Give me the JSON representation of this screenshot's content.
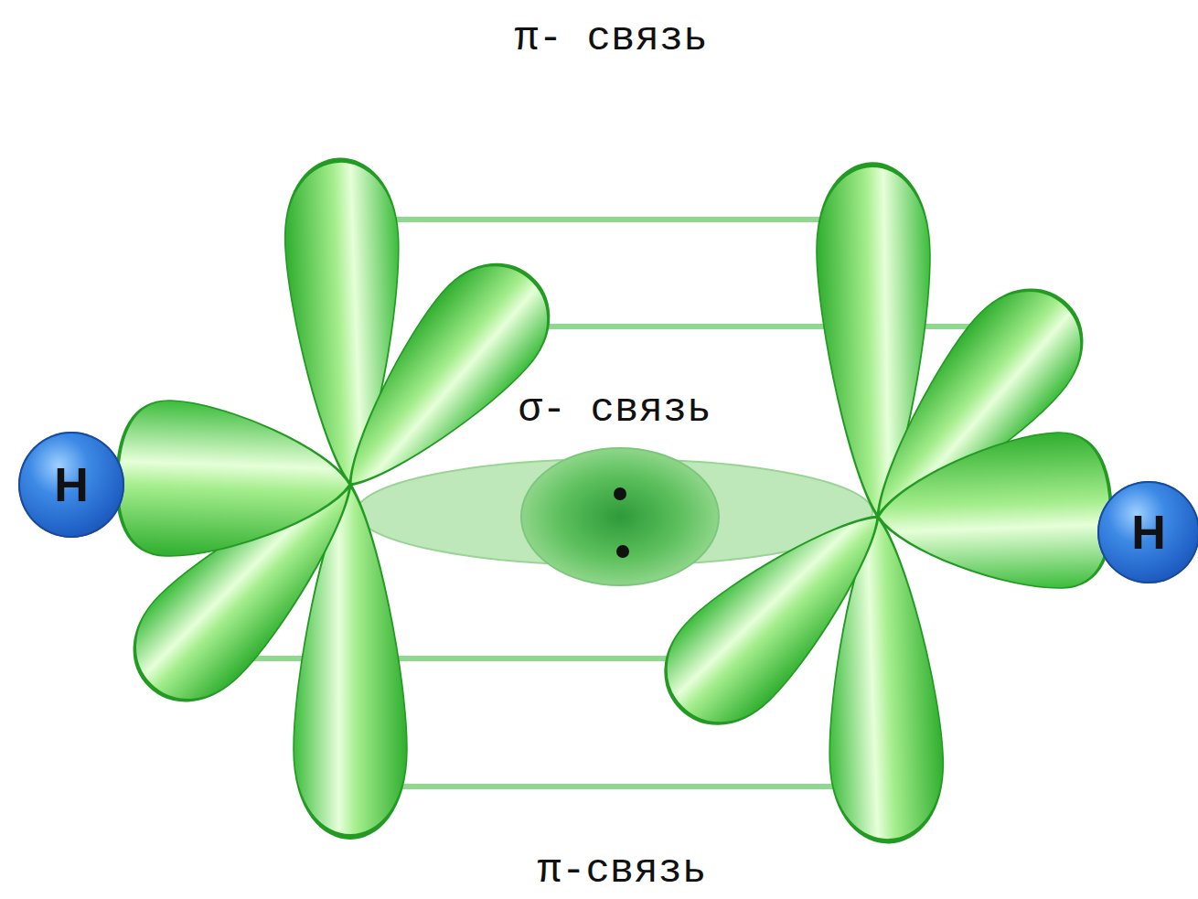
{
  "diagram": {
    "nodes": [
      {
        "text": [
          "H"
        ]
      },
      {
        "text": [
          "H"
        ]
      }
    ],
    "labels": [
      "π- связь",
      "σ- связь",
      "π-связь"
    ]
  }
}
